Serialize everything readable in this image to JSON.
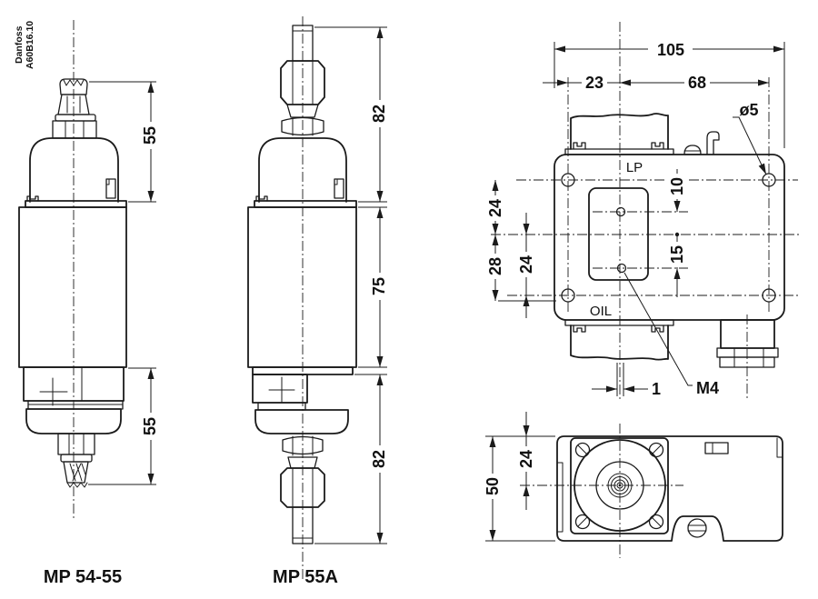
{
  "drawing": {
    "brand": {
      "line1": "Danfoss",
      "line2": "A60B16.10"
    },
    "side_view_a": {
      "label": "MP 54-55",
      "dim_top": "55",
      "dim_bottom": "55"
    },
    "side_view_b": {
      "label": "MP 55A",
      "dim_top": "82",
      "dim_mid": "75",
      "dim_bottom": "82"
    },
    "front_view": {
      "port_top": "LP",
      "port_bottom": "OIL",
      "dim_width": "105",
      "dim_offset_left": "23",
      "dim_hole_span": "68",
      "hole_dia": "ø5",
      "dim_v_top": "24",
      "dim_v_bottom": "28",
      "dim_v_inner": "24",
      "dim_screw_up": "10",
      "dim_screw_down": "15",
      "dim_center_offset": "1",
      "screw_thread": "M4"
    },
    "bottom_view": {
      "dim_height": "50",
      "dim_center": "24"
    },
    "colors": {
      "line": "#1b1b1b",
      "background": "#ffffff"
    }
  }
}
